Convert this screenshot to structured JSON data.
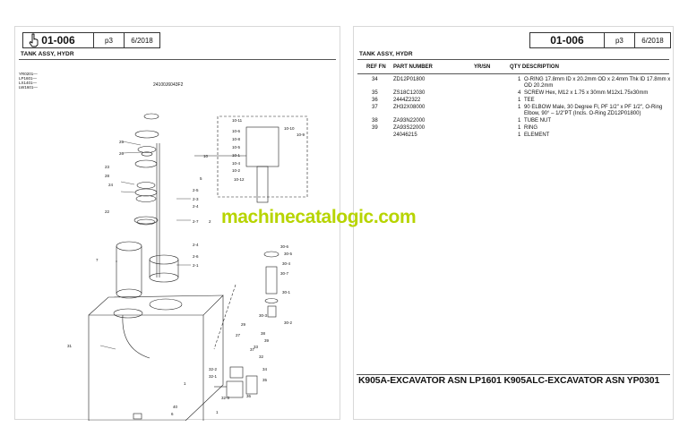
{
  "left_page": {
    "header": {
      "section": "01-006",
      "page": "p3",
      "date": "6/2018"
    },
    "title": "TANK ASSY, HYDR",
    "serials": [
      "YR0201—",
      "LP1601—",
      "LX1401—",
      "LW1601—"
    ],
    "drawing_number": "24100J6043F2",
    "callouts": {
      "c25": "25",
      "c26": "26",
      "c23": "23",
      "c28": "28",
      "c24": "24",
      "c22": "22",
      "c2_5": "2-5",
      "c2_3": "2-3",
      "c2_4": "2-4",
      "c2_7": "2-7",
      "c2_6": "2-6",
      "c2_1": "2-1",
      "c2": "2",
      "c5": "5",
      "c7": "7",
      "c31": "31",
      "c10": "10",
      "c10_11": "10-11",
      "c10_6": "10-6",
      "c10_8": "10-8",
      "c10_5": "10-5",
      "c10_1": "10-1",
      "c10_4": "10-4",
      "c10_2": "10-2",
      "c10_12": "10-12",
      "c10_10": "10-10",
      "c10_9": "10-9",
      "c30_6": "30-6",
      "c30_5": "30-5",
      "c30_4": "30-4",
      "c30_7": "30-7",
      "c30_1": "30-1",
      "c30_3": "30-3",
      "c30_2": "30-2",
      "c29": "29",
      "c27": "27",
      "c33": "33",
      "c32": "32",
      "c32_2": "32-2",
      "c32_1": "32-1",
      "c32_3": "32-3",
      "c34": "34",
      "c35": "35",
      "c36": "36",
      "c37": "37",
      "c38": "38",
      "c39": "39",
      "c40": "40",
      "c6": "6",
      "c1": "1",
      "c1b": "1"
    }
  },
  "right_page": {
    "header": {
      "section": "01-006",
      "page": "p3",
      "date": "6/2018"
    },
    "title": "TANK ASSY, HYDR",
    "columns": {
      "ref": "REF FN",
      "part": "PART NUMBER",
      "yrsn": "YR/SN",
      "qty_desc": "QTY DESCRIPTION"
    },
    "rows": [
      {
        "ref": "34",
        "part": "ZD12P01800",
        "qty": "1",
        "desc": "O-RING 17.8mm ID x 20.2mm OD x 2.4mm Thk ID 17.8mm x OD 20.2mm"
      },
      {
        "ref": "35",
        "part": "ZS18C12030",
        "qty": "4",
        "desc": "SCREW Hex, M12 x 1.75 x 30mm M12x1.75x30mm"
      },
      {
        "ref": "36",
        "part": "2444Z2322",
        "qty": "1",
        "desc": "TEE"
      },
      {
        "ref": "37",
        "part": "ZH32X08000",
        "qty": "1",
        "desc": "90 ELBOW Male, 30 Degree Fl, PF 1/2\" x PF 1/2\", O-Ring Elbow, 90° – 1/2\"PT (Incls. O-Ring ZD12P01800)"
      },
      {
        "ref": "38",
        "part": "ZA93N22000",
        "qty": "1",
        "desc": "TUBE NUT"
      },
      {
        "ref": "39",
        "part": "ZA93S22000",
        "qty": "1",
        "desc": "RING"
      },
      {
        "ref": "",
        "part": "24046215",
        "qty": "1",
        "desc": "ELEMENT"
      }
    ],
    "footer": "K905A-EXCAVATOR ASN LP1601  K905ALC-EXCAVATOR ASN YP0301"
  },
  "watermark": "machinecatalogic.com",
  "colors": {
    "watermark": "#b7d400",
    "ink": "#111111",
    "page_bg": "#ffffff"
  }
}
